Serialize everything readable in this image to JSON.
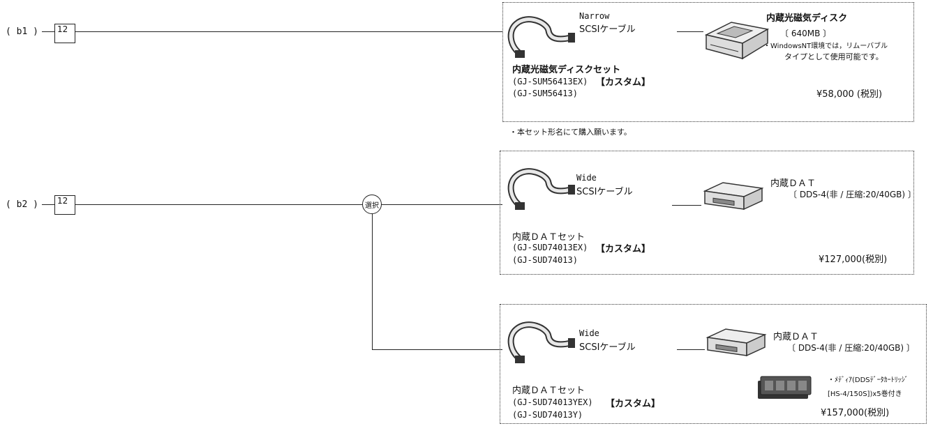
{
  "b1": {
    "row_label": "( b1 )",
    "badge": "12",
    "cable": {
      "line1": "Narrow",
      "line2": "SCSIケーブル"
    },
    "device": {
      "title": "内蔵光磁気ディスク",
      "capacity": "〔 640MB 〕",
      "note1": "・WindowsNT環境では，リムーバブル",
      "note2": "タイプとして使用可能です。"
    },
    "set": {
      "name": "内蔵光磁気ディスクセット",
      "model_ex": "(GJ-SUM56413EX)",
      "custom": "【カスタム】",
      "model": "(GJ-SUM56413)"
    },
    "price": "¥58,000 (税別)",
    "footnote": "・本セット形名にて購入願います。",
    "cable_icon": "ribbon-cable-icon",
    "device_icon": "internal-mo-drive-icon"
  },
  "b2": {
    "row_label": "( b2 )",
    "badge": "12",
    "select_label": "選択",
    "options": [
      {
        "cable": {
          "line1": "Wide",
          "line2": "SCSIケーブル"
        },
        "device": {
          "title": "内蔵ＤＡＴ",
          "spec": "〔 DDS-4(非 / 圧縮:20/40GB) 〕"
        },
        "set": {
          "name": "内蔵ＤＡＴセット",
          "model_ex": "(GJ-SUD74013EX)",
          "custom": "【カスタム】",
          "model": "(GJ-SUD74013)"
        },
        "price": "¥127,000(税別)",
        "cable_icon": "ribbon-cable-icon",
        "device_icon": "internal-dat-drive-icon"
      },
      {
        "cable": {
          "line1": "Wide",
          "line2": "SCSIケーブル"
        },
        "device": {
          "title": "内蔵ＤＡＴ",
          "spec": "〔 DDS-4(非 / 圧縮:20/40GB) 〕"
        },
        "media": {
          "line1": "・ﾒﾃﾞｨｱ(DDSﾃﾞｰﾀｶｰﾄﾘｯｼﾞ",
          "line2": "[HS-4/150S])x5巻付き"
        },
        "set": {
          "name": "内蔵ＤＡＴセット",
          "model_ex": "(GJ-SUD74013YEX)",
          "custom": "【カスタム】",
          "model": "(GJ-SUD74013Y)"
        },
        "price": "¥157,000(税別)",
        "cable_icon": "ribbon-cable-icon",
        "device_icon": "internal-dat-drive-icon",
        "media_icon": "data-cartridge-pack-icon"
      }
    ]
  }
}
